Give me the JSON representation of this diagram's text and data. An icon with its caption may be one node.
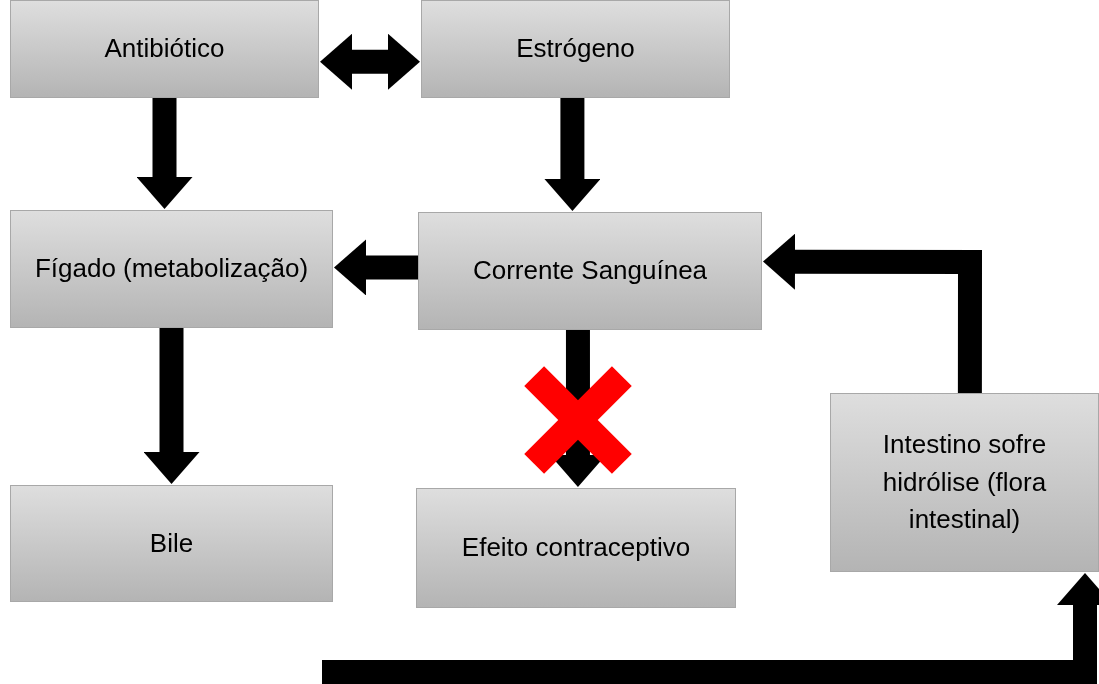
{
  "diagram": {
    "nodes": [
      {
        "text": [
          "Antibiótico"
        ]
      },
      {
        "text": [
          "Estrógeno"
        ]
      },
      {
        "text": [
          "Fígado (metabolização)"
        ]
      },
      {
        "text": [
          "Corrente Sanguínea"
        ]
      },
      {
        "text": [
          "Bile"
        ]
      },
      {
        "text": [
          "Efeito contraceptivo"
        ]
      },
      {
        "text": [
          "Intestino sofre hidrólise (flora intestinal)"
        ]
      }
    ],
    "edges": [
      {
        "from": 0,
        "to": 1,
        "arrow": "both"
      },
      {
        "from": 0,
        "to": 2,
        "arrow": "to"
      },
      {
        "from": 1,
        "to": 3,
        "arrow": "to"
      },
      {
        "from": 3,
        "to": 2,
        "arrow": "to"
      },
      {
        "from": 2,
        "to": 4,
        "arrow": "to"
      },
      {
        "from": 3,
        "to": 5,
        "arrow": "to"
      },
      {
        "from": null,
        "to": 6,
        "arrow": "to"
      },
      {
        "from": 6,
        "to": 3,
        "arrow": "to"
      }
    ]
  }
}
